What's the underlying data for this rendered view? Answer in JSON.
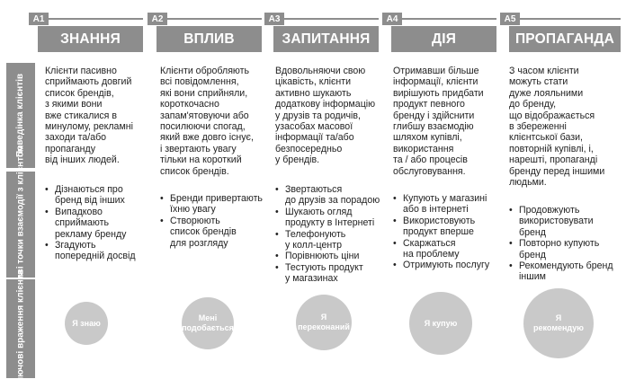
{
  "rows": [
    {
      "label": "Поведінка\nклієнтів"
    },
    {
      "label": "Можливі точки\nвзаємодії з клієнтом"
    },
    {
      "label": "Ключові враження\nклієнта"
    }
  ],
  "stages": [
    {
      "tab": "A1",
      "title": "ЗНАННЯ",
      "behavior": "Клієнти пасивно\nсприймають довгий\nсписок брендів,\nз якими вони\nвже стикалися в\nминулому, рекламні\nзаходи та/або\nпропаганду\nвід інших людей.",
      "touchpoints": [
        "Дізнаються про\nбренд від інших",
        "Випадково\nсприймають\nрекламу бренду",
        "Згадують\nпопередній досвід"
      ],
      "impression": "Я знаю"
    },
    {
      "tab": "A2",
      "title": "ВПЛИВ",
      "behavior": "Клієнти обробляють\nвсі повідомлення,\nякі вони сприйняли,\nкороткочасно\nзапам'ятовуючи або\nпосилюючи спогад,\nякий вже довго існує,\nі звертають увагу\nтільки на короткий\nсписок брендів.",
      "touchpoints": [
        "Бренди привертають\nїхню увагу",
        "Створюють\nсписок брендів\nдля розгляду"
      ],
      "impression": "Мені\nподобається"
    },
    {
      "tab": "A3",
      "title": "ЗАПИТАННЯ",
      "behavior": "Вдовольняючи свою\nцікавість, клієнти\nактивно шукають\nдодаткову інформацію\nу друзів та родичів,\nузасобах масової\nінформації та/або\nбезпосередньо\nу брендів.",
      "touchpoints": [
        "Звертаються\nдо друзів за порадою",
        "Шукають огляд\nпродукту в Інтернеті",
        "Телефонують\nу колл-центр",
        "Порівнюють ціни",
        "Тестують продукт\nу магазинах"
      ],
      "impression": "Я\nпереконаний"
    },
    {
      "tab": "A4",
      "title": "ДІЯ",
      "behavior": "Отримавши більше\nінформації, клієнти\nвирішують придбати\nпродукт певного\nбренду  і здійснити\nглибшу взаємодію\nшляхом купівлі,\nвикористання\nта / або процесів\nобслуговування.",
      "touchpoints": [
        "Купують у магазині\nабо в інтернеті",
        "Використовують\nпродукт вперше",
        "Скаржаться\nна проблему",
        "Отримують послугу"
      ],
      "impression": "Я купую"
    },
    {
      "tab": "A5",
      "title": "ПРОПАГАНДА",
      "behavior": "З часом клієнти\nможуть стати\nдуже лояльними\nдо бренду,\nщо відображається\nв збереженні\nклієнтської бази,\nповторній  купівлі, і,\nнарешті, пропаганді\nбренду перед іншими\nлюдьми.",
      "touchpoints": [
        "Продовжують\nвикористовувати\nбренд",
        "Повторно купують\nбренд",
        "Рекомендують  бренд\nіншим"
      ],
      "impression": "Я\nрекомендую"
    }
  ],
  "colors": {
    "header": "#8d8d8d",
    "circle": "#c9c9c9"
  }
}
